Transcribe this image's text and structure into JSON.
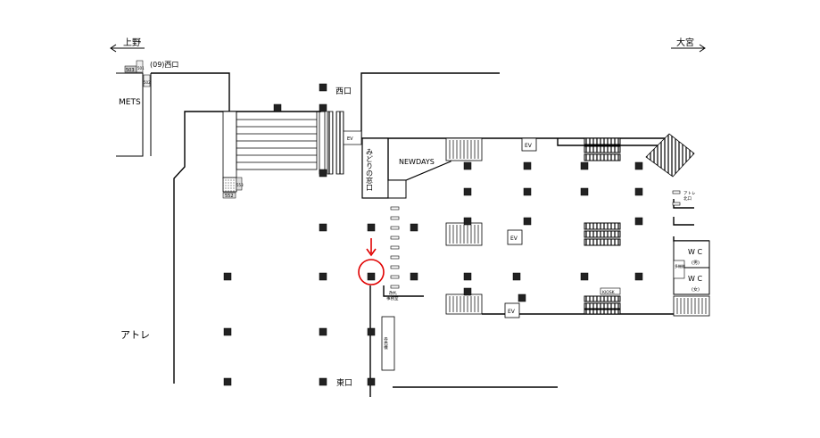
{
  "directions": {
    "left": "上野",
    "right": "大宮"
  },
  "labels": {
    "west_exit_09": "(09)西口",
    "mets": "METS",
    "west_exit": "西口",
    "ev": "EV",
    "midori": "みどりの窓口",
    "newdays": "NEWDAYS",
    "atre_north_1": "アトレ",
    "atre_north_2": "北口",
    "wc_male": "W C",
    "male": "(男)",
    "wc_female": "W C",
    "female": "(女)",
    "multi": "多機能",
    "kiosk": "KIOSK",
    "office_1": "改札",
    "office_2": "事務室",
    "ticket": "券売機",
    "atre": "アトレ",
    "east_exit": "東口",
    "code_501": "501",
    "code_502": "502",
    "code_503": "503",
    "code_552": "552",
    "code_553": "553"
  },
  "colors": {
    "line": "#000000",
    "highlight": "#e00000"
  }
}
